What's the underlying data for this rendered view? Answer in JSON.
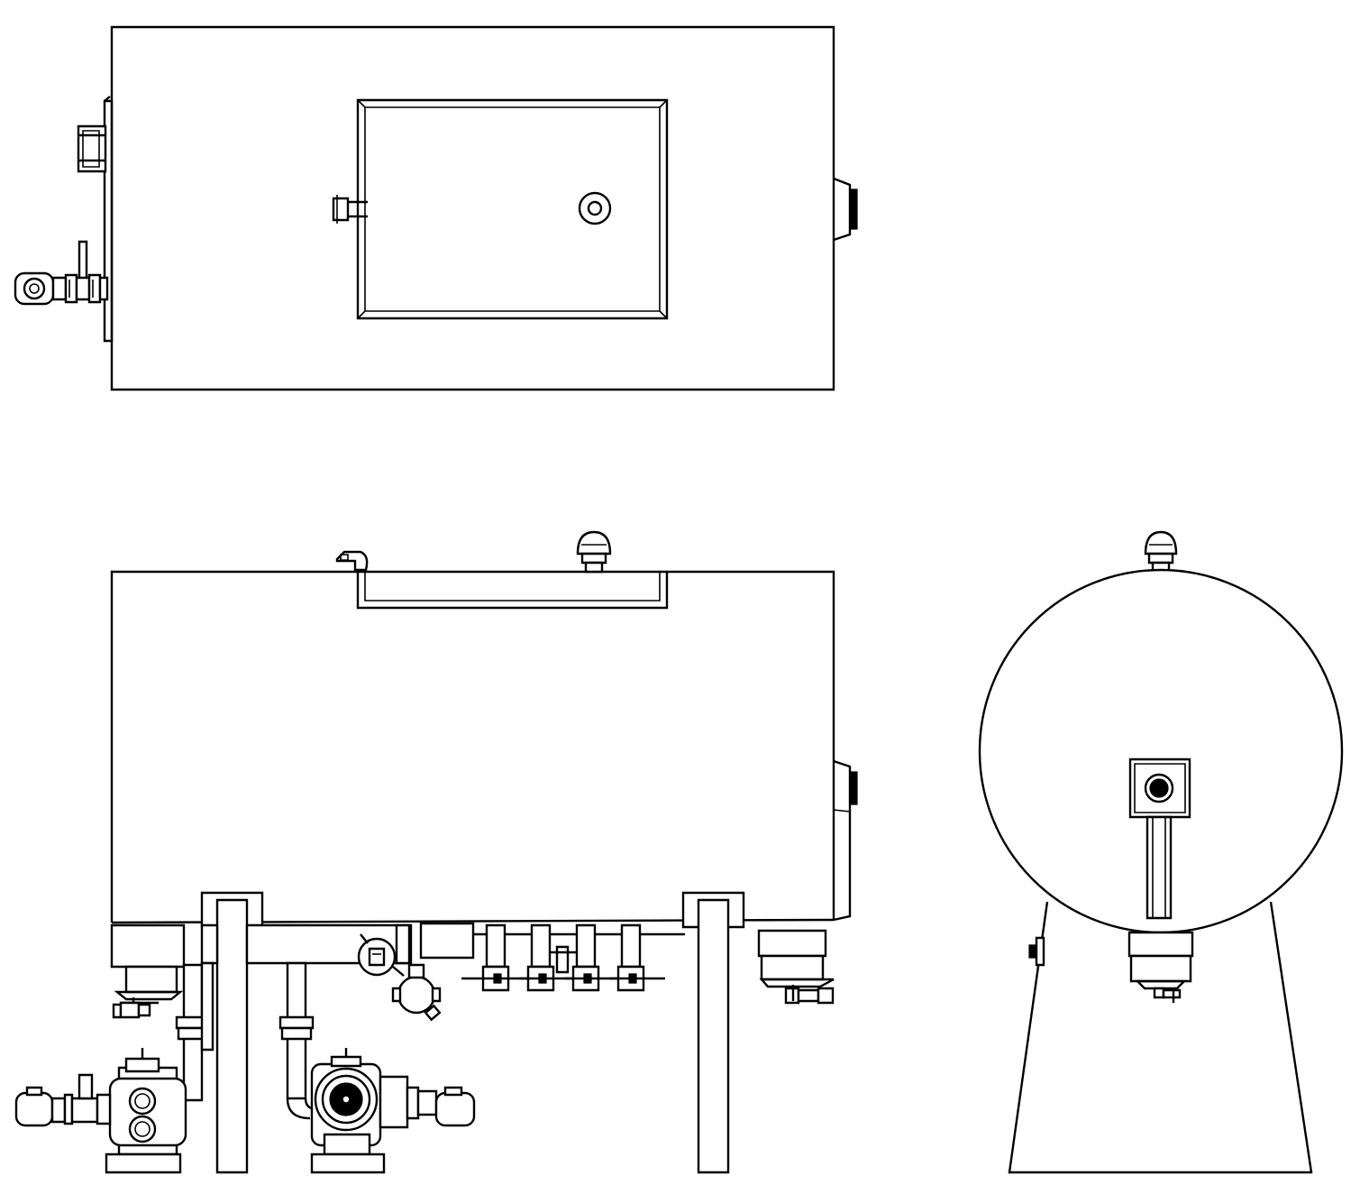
{
  "drawing": {
    "views": [
      {
        "id": "top-view"
      },
      {
        "id": "front-view"
      },
      {
        "id": "end-view"
      }
    ],
    "colors": {
      "line": "#000000",
      "background": "#ffffff"
    }
  }
}
